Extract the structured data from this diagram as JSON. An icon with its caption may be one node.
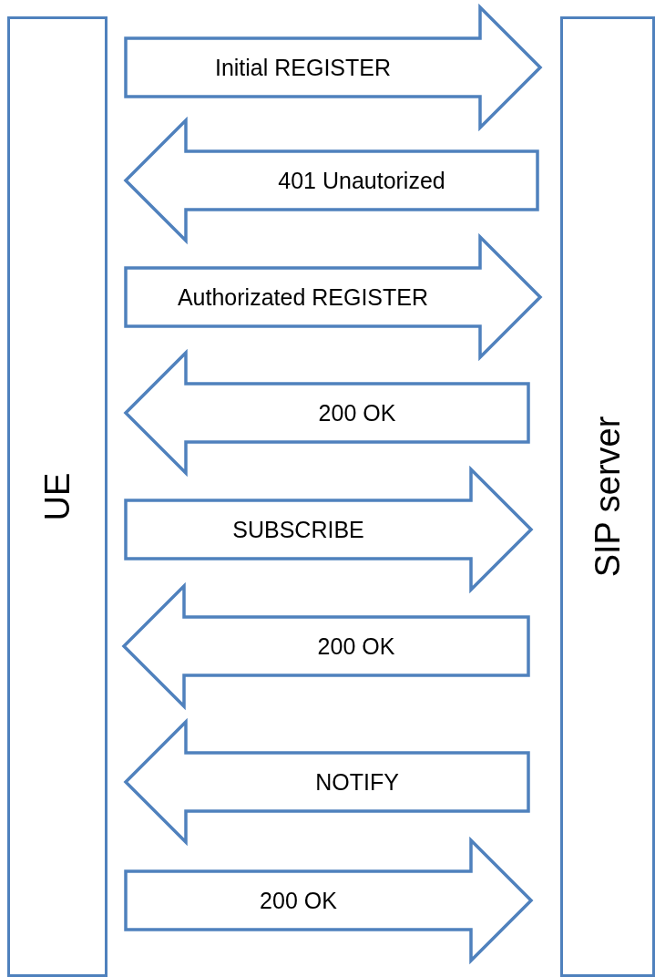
{
  "diagram": {
    "nodes": [
      {
        "text": [
          "UE"
        ]
      },
      {
        "text": [
          "SIP server"
        ]
      }
    ],
    "edges": [
      {
        "from": 0,
        "to": 1,
        "arrow": "to",
        "label": "Initial REGISTER"
      },
      {
        "from": 1,
        "to": 0,
        "arrow": "to",
        "label": "401 Unautorized"
      },
      {
        "from": 0,
        "to": 1,
        "arrow": "to",
        "label": "Authorizated REGISTER"
      },
      {
        "from": 1,
        "to": 0,
        "arrow": "to",
        "label": "200 OK"
      },
      {
        "from": 0,
        "to": 1,
        "arrow": "to",
        "label": "SUBSCRIBE"
      },
      {
        "from": 1,
        "to": 0,
        "arrow": "to",
        "label": "200 OK"
      },
      {
        "from": 1,
        "to": 0,
        "arrow": "to",
        "label": "NOTIFY"
      },
      {
        "from": 0,
        "to": 1,
        "arrow": "to",
        "label": "200 OK"
      }
    ]
  }
}
